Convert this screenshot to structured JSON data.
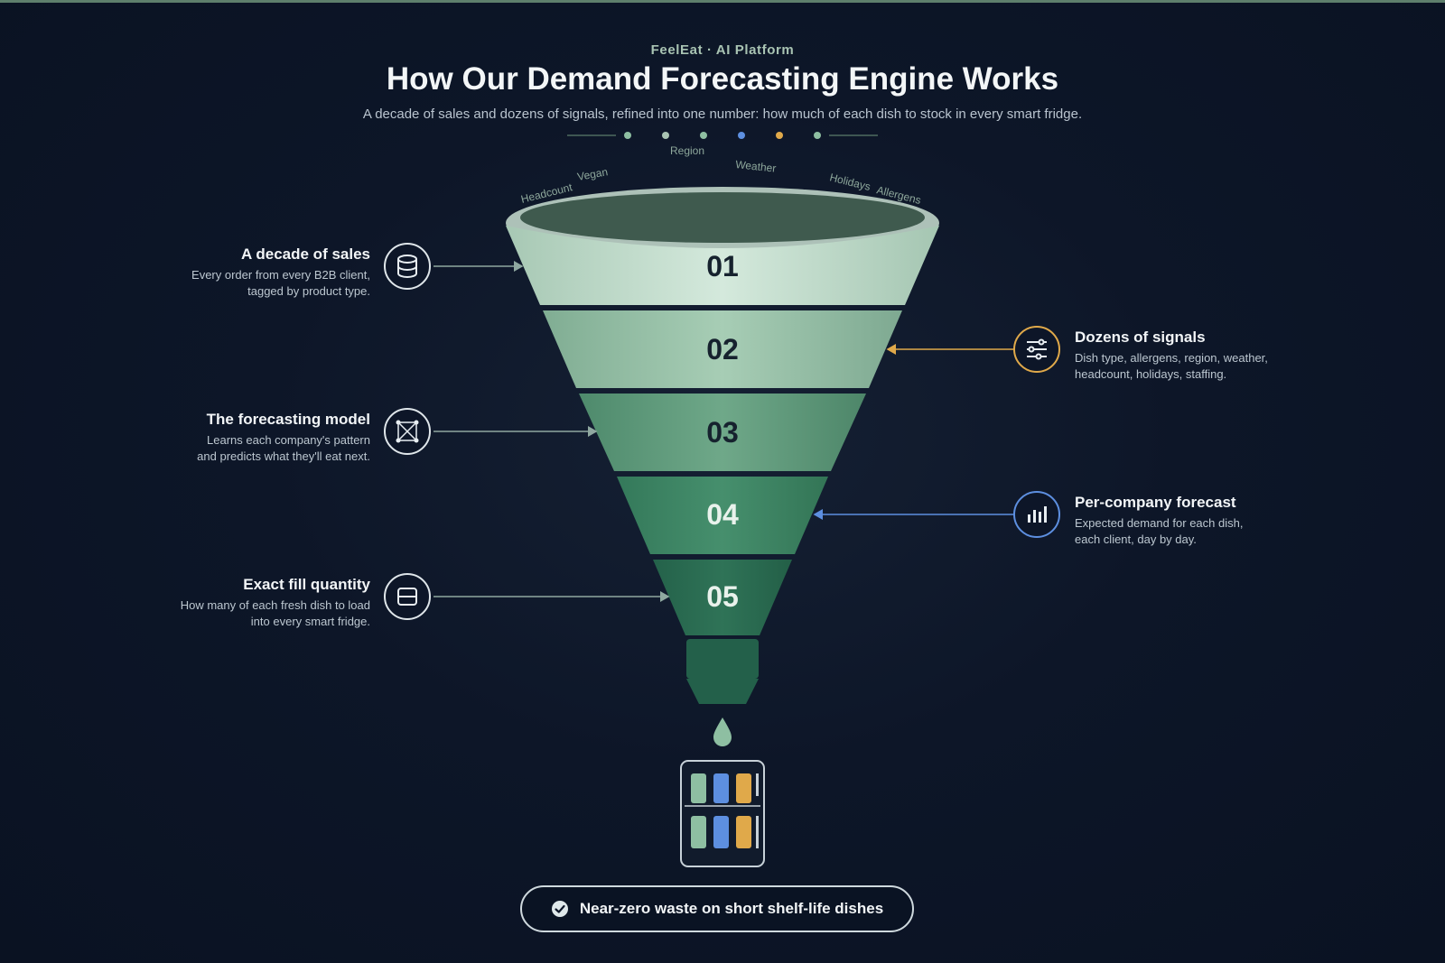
{
  "header": {
    "eyebrow": "FeelEat · AI Platform",
    "title": "How Our Demand Forecasting Engine Works",
    "subtitle": "A decade of sales and dozens of signals, refined into one number: how much of each dish to stock in every smart fridge."
  },
  "signal_labels": [
    "Headcount",
    "Vegan",
    "Region",
    "Weather",
    "Holidays",
    "Allergens"
  ],
  "stages": [
    {
      "number": "01",
      "title": "A decade of sales",
      "desc_lines": [
        "Every order from every B2B client,",
        "tagged by product type."
      ],
      "side": "left",
      "icon": "database-icon"
    },
    {
      "number": "02",
      "title": "Dozens of signals",
      "desc_lines": [
        "Dish type, allergens, region, weather,",
        "headcount, holidays, staffing."
      ],
      "side": "right",
      "icon": "sliders-icon"
    },
    {
      "number": "03",
      "title": "The forecasting model",
      "desc_lines": [
        "Learns each company's pattern",
        "and predicts what they'll eat next."
      ],
      "side": "left",
      "icon": "network-icon"
    },
    {
      "number": "04",
      "title": "Per-company forecast",
      "desc_lines": [
        "Expected demand for each dish,",
        "each client, day by day."
      ],
      "side": "right",
      "icon": "bar-chart-icon"
    },
    {
      "number": "05",
      "title": "Exact fill quantity",
      "desc_lines": [
        "How many of each fresh dish to load",
        "into every smart fridge."
      ],
      "side": "left",
      "icon": "fridge-box-icon"
    }
  ],
  "badge": {
    "text": "Near-zero waste on short shelf-life dishes",
    "icon": "check-circle-icon"
  },
  "colors": {
    "accent_green": "#8ebfa2",
    "accent_gold": "#e0a94a",
    "accent_blue": "#5d8fe0",
    "background": "#0d1628"
  }
}
